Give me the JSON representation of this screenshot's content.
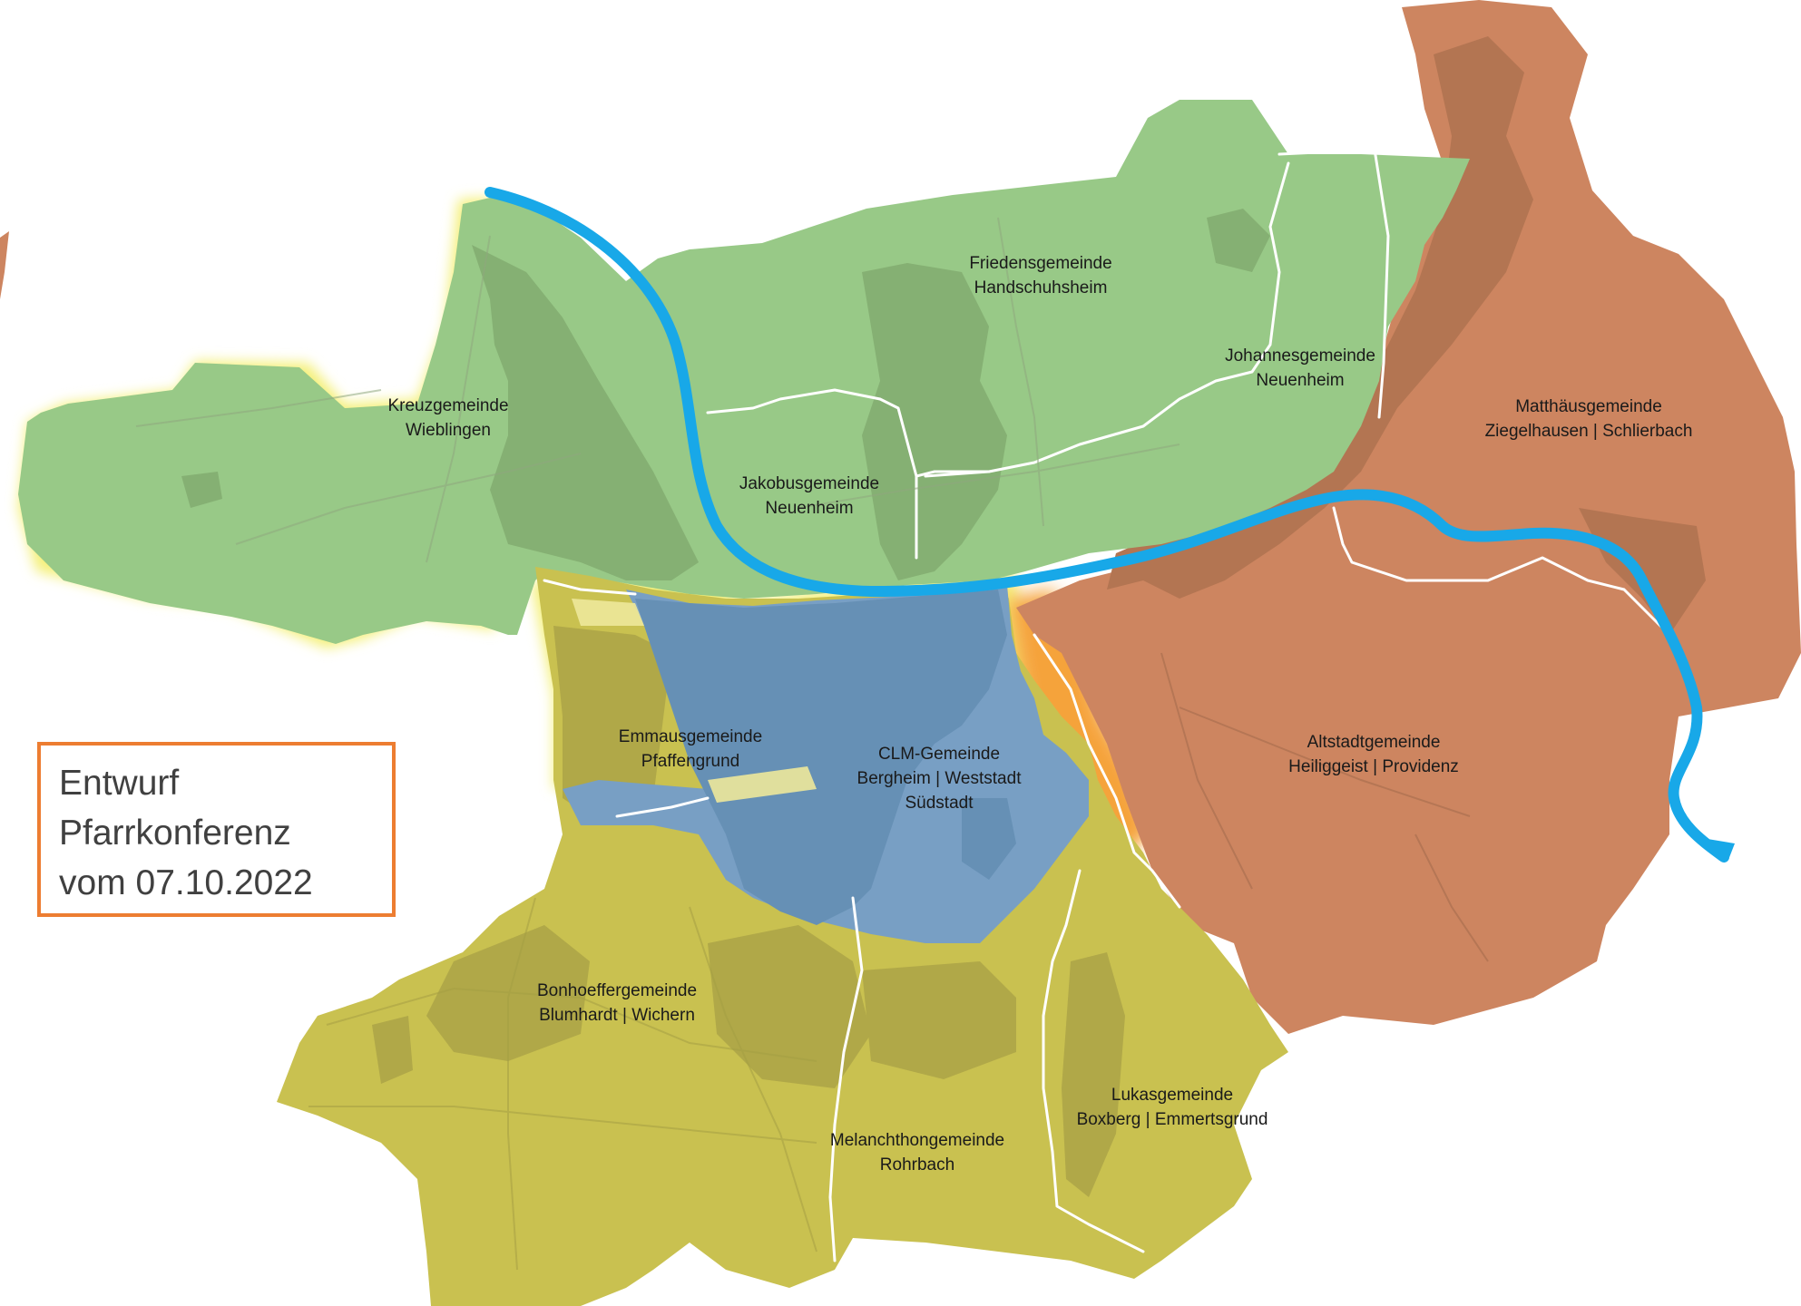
{
  "colors": {
    "green": "#98C987",
    "green_dark": "#85B073",
    "olive": "#C9C150",
    "olive_dark": "#B0A848",
    "blue": "#789FC4",
    "blue_dark": "#6690B5",
    "brown": "#CD8560",
    "brown_dark": "#B37552",
    "river": "#18A8E8",
    "glow": "#F4F07A",
    "draft_border": "#ED7D31"
  },
  "districts": [
    {
      "id": "kreuz",
      "region": "green",
      "lines": [
        "Kreuzgemeinde",
        "Wieblingen"
      ]
    },
    {
      "id": "frieden",
      "region": "green",
      "lines": [
        "Friedensgemeinde",
        "Handschuhsheim"
      ]
    },
    {
      "id": "johannes",
      "region": "green",
      "lines": [
        "Johannesgemeinde",
        "Neuenheim"
      ]
    },
    {
      "id": "jakobus",
      "region": "green",
      "lines": [
        "Jakobusgemeinde",
        "Neuenheim"
      ]
    },
    {
      "id": "matthaeus",
      "region": "brown",
      "lines": [
        "Matthäusgemeinde",
        "Ziegelhausen | Schlierbach"
      ]
    },
    {
      "id": "altstadt",
      "region": "brown",
      "lines": [
        "Altstadtgemeinde",
        "Heiliggeist | Providenz"
      ]
    },
    {
      "id": "clm",
      "region": "blue",
      "lines": [
        "CLM-Gemeinde",
        "Bergheim | Weststadt",
        "Südstadt"
      ]
    },
    {
      "id": "emmaus",
      "region": "olive",
      "lines": [
        "Emmausgemeinde",
        "Pfaffengrund"
      ]
    },
    {
      "id": "bonhoeffer",
      "region": "olive",
      "lines": [
        "Bonhoeffergemeinde",
        "Blumhardt | Wichern"
      ]
    },
    {
      "id": "melanchthon",
      "region": "olive",
      "lines": [
        "Melanchthongemeinde",
        "Rohrbach"
      ]
    },
    {
      "id": "lukas",
      "region": "olive",
      "lines": [
        "Lukasgemeinde",
        "Boxberg | Emmertsgrund"
      ]
    }
  ],
  "draft_note": {
    "lines": [
      "Entwurf",
      "Pfarrkonferenz",
      "vom 07.10.2022"
    ]
  }
}
